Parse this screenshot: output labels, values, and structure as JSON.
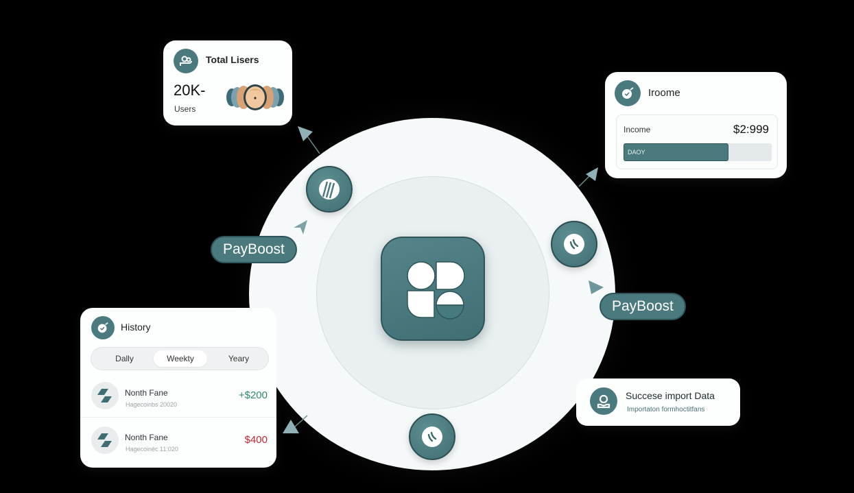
{
  "colors": {
    "background": "#000000",
    "accent": "#4a7a7e",
    "accent_dark": "#2f5558",
    "ring_outer": "#f6f9f9",
    "ring_inner": "#eaf0f1",
    "positive": "#2f8a66",
    "negative": "#c02834",
    "arrow": "#8fb1b5"
  },
  "hub": {
    "app_icon": "grid-shapes-logo-icon",
    "nodes": [
      {
        "position": "top-left",
        "icon": "striped-circle-icon"
      },
      {
        "position": "right",
        "icon": "double-stroke-circle-icon"
      },
      {
        "position": "bottom",
        "icon": "double-stroke-circle-icon"
      }
    ]
  },
  "labels": {
    "left_pill": "PayBoost",
    "right_pill": "PayBoost"
  },
  "total_users_card": {
    "icon": "user-group-icon",
    "title": "Total Lisers",
    "value": "20K-",
    "subtitle": "Users",
    "avatar_stack": "avatar-stack"
  },
  "income_card": {
    "icon": "clock-check-icon",
    "title": "Iroome",
    "label": "Income",
    "value": "$2:999",
    "bar_label": "DAOY",
    "bar_percent": 71
  },
  "history_card": {
    "icon": "clock-check-icon",
    "title": "History",
    "tabs": [
      {
        "label": "Dally",
        "active": false
      },
      {
        "label": "Weekty",
        "active": true
      },
      {
        "label": "Yeary",
        "active": false
      }
    ],
    "rows": [
      {
        "name": "Nonth Fane",
        "subtitle": "Hagecoinbs 20020",
        "amount": "+$200",
        "type": "positive"
      },
      {
        "name": "Nonth Fane",
        "subtitle": "Hagecoinéc 11:020",
        "amount": "$400",
        "type": "negative"
      }
    ]
  },
  "success_card": {
    "icon": "user-icon",
    "title": "Succese import Data",
    "subtitle": "Importaton formhoctitfans"
  }
}
